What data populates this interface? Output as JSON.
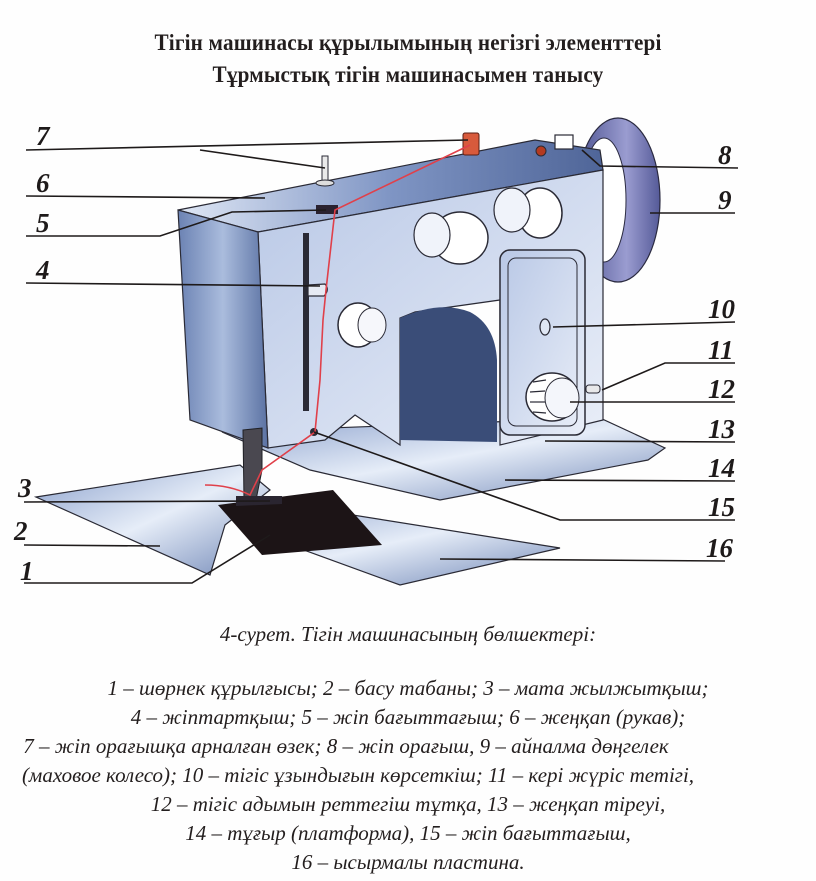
{
  "header": {
    "title_line1": "Тігін машинасы құрылымының негізгі элементтері",
    "title_line2": "Тұрмыстық тігін машинасымен танысу"
  },
  "diagram": {
    "subject": "household sewing machine",
    "colors": {
      "body_blue": "#8fa6cf",
      "body_light": "#dce5f3",
      "body_dark": "#3a4d78",
      "flywheel": "#6a6fa8",
      "thread_red": "#e0404a",
      "plate_dark": "#1c1416",
      "line": "#1e1a1a"
    },
    "callouts": [
      {
        "number": "1",
        "part": "шөрнек құрылғысы"
      },
      {
        "number": "2",
        "part": "басу табаны"
      },
      {
        "number": "3",
        "part": "мата жылжытқыш"
      },
      {
        "number": "4",
        "part": "жіптартқыш"
      },
      {
        "number": "5",
        "part": "жіп бағыттағыш"
      },
      {
        "number": "6",
        "part": "жеңқап (рукав)"
      },
      {
        "number": "7",
        "part": "жіп орағышқа арналған өзек"
      },
      {
        "number": "8",
        "part": "жіп орағыш"
      },
      {
        "number": "9",
        "part": "айналма дөңгелек (маховое колесо)"
      },
      {
        "number": "10",
        "part": "тігіс ұзындығын көрсеткіш"
      },
      {
        "number": "11",
        "part": "кері жүріс тетігі"
      },
      {
        "number": "12",
        "part": "тігіс адымын реттегіш тұтқа"
      },
      {
        "number": "13",
        "part": "жеңқап тіреуі"
      },
      {
        "number": "14",
        "part": "тұғыр (платформа)"
      },
      {
        "number": "15",
        "part": "жіп бағыттағыш"
      },
      {
        "number": "16",
        "part": "ысырмалы пластина"
      }
    ]
  },
  "caption": {
    "figure": "4-сурет. Тігін машинасының бөлшектері:",
    "legend_lines": [
      "1 – шөрнек құрылғысы; 2 – басу табаны; 3 – мата жылжытқыш;",
      "4 – жіптартқыш; 5 – жіп бағыттағыш; 6 – жеңқап (рукав);",
      "7 – жіп орағышқа арналған өзек; 8 – жіп орағыш, 9 – айналма дөңгелек",
      "(маховое колесо); 10 – тігіс ұзындығын көрсеткіш; 11 – кері жүріс тетігі,",
      "12 – тігіс адымын реттегіш тұтқа, 13 – жеңқап тіреуі,",
      "14 – тұғыр (платформа), 15 – жіп бағыттағыш,",
      "16 – ысырмалы пластина."
    ]
  }
}
